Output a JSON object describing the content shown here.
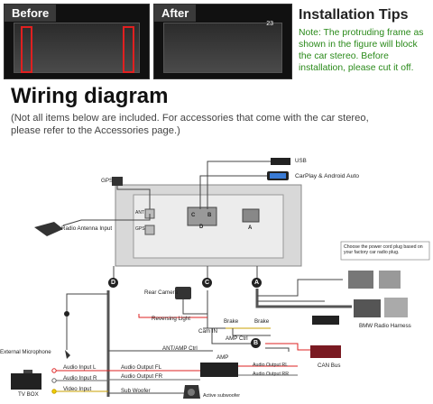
{
  "before_label": "Before",
  "after_label": "After",
  "after_badge": "23",
  "tips": {
    "title": "Installation Tips",
    "note": "Note: The protruding frame as shown in the figure will block the car stereo. Before installation, please cut it off."
  },
  "wiring": {
    "title": "Wiring diagram",
    "subtitle": "(Not all items below are included. For accessories that come with the car stereo, please refer to the Accessories page.)"
  },
  "labels": {
    "usb": "USB",
    "carplay": "CarPlay & Android Auto",
    "gps": "GPS",
    "ant": "ANT",
    "gps_port": "GPS",
    "c": "C",
    "b": "B",
    "d": "D",
    "a": "A",
    "radio_antenna": "Radio Antenna Input",
    "power_plug_note": "Choose the power cord plug based on your factory car radio plug.",
    "rear_camera": "Rear Camera",
    "reversing_light": "Reversing Light",
    "cam_in": "Cam IN",
    "brake_1": "Brake",
    "brake_2": "Brake",
    "amp_ctrl": "AMP Ctrl",
    "ant_amp_ctrl": "ANT/AMP Ctrl",
    "bmw_harness": "BMW Radio Harness",
    "external_mic": "External Microphone",
    "audio_in_l": "Audio Input L",
    "audio_in_r": "Audio Input R",
    "video_in": "Video Input",
    "tv_box": "TV BOX",
    "audio_out_fl": "Audio Output FL",
    "audio_out_fr": "Audio Output FR",
    "sub_woofer": "Sub Woofer",
    "amp": "AMP",
    "amp_out_rl": "Audio Output RL",
    "amp_out_rr": "Audio Output RR",
    "active_sub": "Active subwoofer",
    "can_bus": "CAN Bus",
    "circ_d": "D",
    "circ_c": "C",
    "circ_a": "A",
    "circ_b": "B"
  }
}
